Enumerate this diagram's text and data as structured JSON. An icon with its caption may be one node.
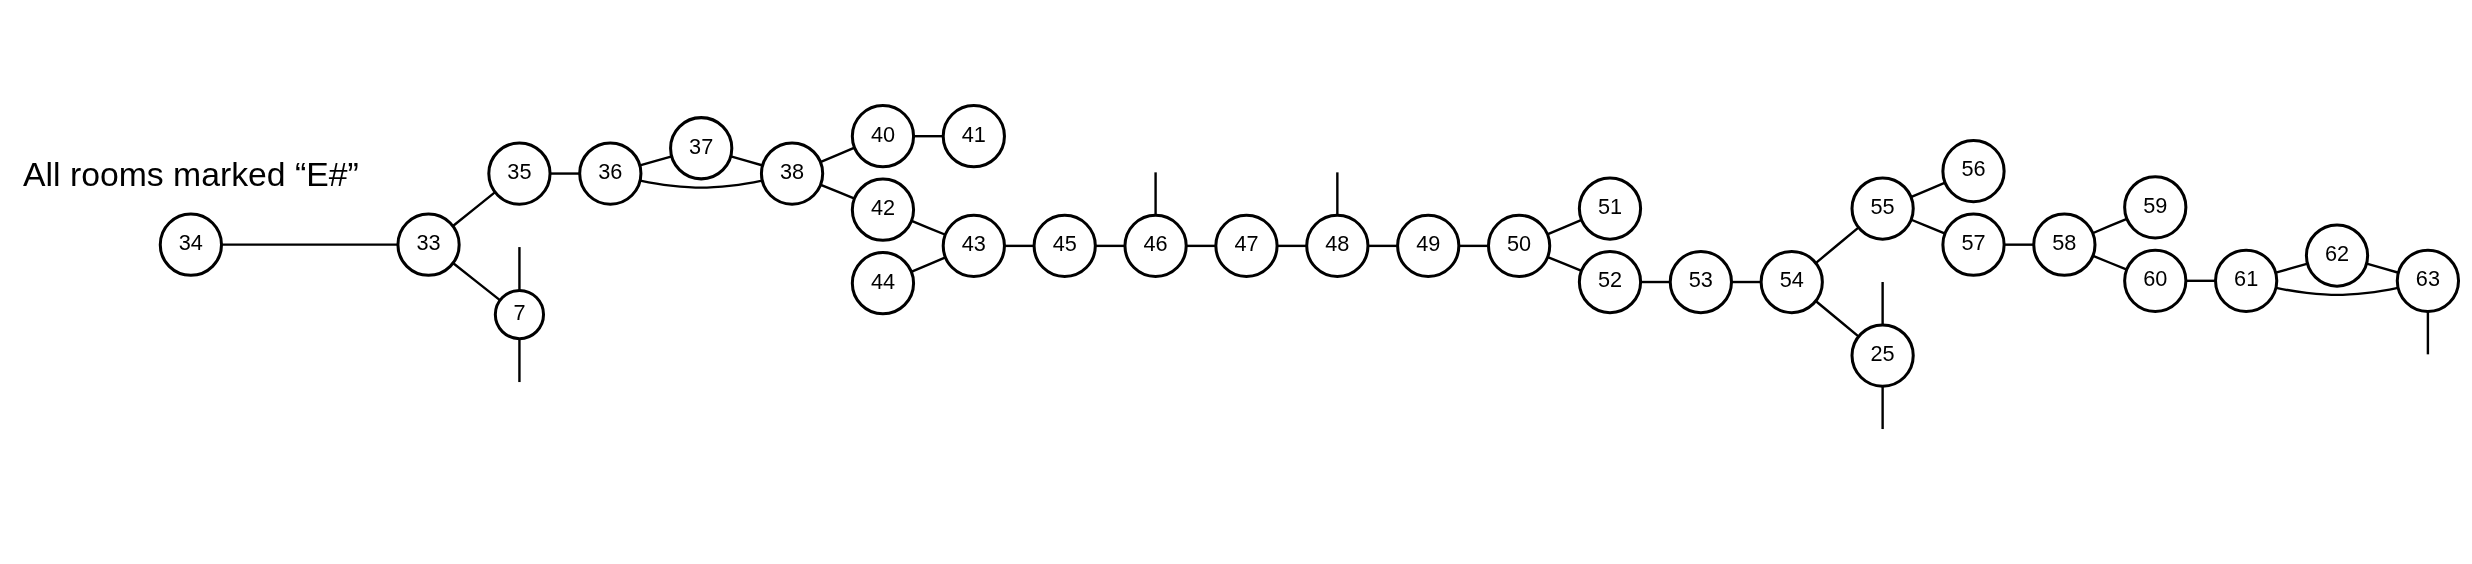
{
  "diagram": {
    "nodes": [
      {
        "text": [
          "34"
        ]
      },
      {
        "text": [
          "33"
        ]
      },
      {
        "text": [
          "7"
        ]
      },
      {
        "text": [
          "35"
        ]
      },
      {
        "text": [
          "36"
        ]
      },
      {
        "text": [
          "37"
        ]
      },
      {
        "text": [
          "38"
        ]
      },
      {
        "text": [
          "40"
        ]
      },
      {
        "text": [
          "41"
        ]
      },
      {
        "text": [
          "42"
        ]
      },
      {
        "text": [
          "43"
        ]
      },
      {
        "text": [
          "44"
        ]
      },
      {
        "text": [
          "45"
        ]
      },
      {
        "text": [
          "46"
        ]
      },
      {
        "text": [
          "47"
        ]
      },
      {
        "text": [
          "48"
        ]
      },
      {
        "text": [
          "49"
        ]
      },
      {
        "text": [
          "50"
        ]
      },
      {
        "text": [
          "51"
        ]
      },
      {
        "text": [
          "52"
        ]
      },
      {
        "text": [
          "53"
        ]
      },
      {
        "text": [
          "54"
        ]
      },
      {
        "text": [
          "25"
        ]
      },
      {
        "text": [
          "55"
        ]
      },
      {
        "text": [
          "56"
        ]
      },
      {
        "text": [
          "57"
        ]
      },
      {
        "text": [
          "58"
        ]
      },
      {
        "text": [
          "59"
        ]
      },
      {
        "text": [
          "60"
        ]
      },
      {
        "text": [
          "61"
        ]
      },
      {
        "text": [
          "62"
        ]
      },
      {
        "text": [
          "63"
        ]
      }
    ],
    "edges": [
      {
        "from": 0,
        "to": 1,
        "arrow": "none"
      },
      {
        "from": 1,
        "to": 3,
        "arrow": "none"
      },
      {
        "from": 1,
        "to": 2,
        "arrow": "none"
      },
      {
        "from": null,
        "to": 2,
        "arrow": "none"
      },
      {
        "from": 2,
        "to": null,
        "arrow": "none"
      },
      {
        "from": 3,
        "to": 4,
        "arrow": "none"
      },
      {
        "from": 4,
        "to": 5,
        "arrow": "none"
      },
      {
        "from": 4,
        "to": 6,
        "arrow": "none"
      },
      {
        "from": 5,
        "to": 6,
        "arrow": "none"
      },
      {
        "from": 6,
        "to": 7,
        "arrow": "none"
      },
      {
        "from": 7,
        "to": 8,
        "arrow": "none"
      },
      {
        "from": 6,
        "to": 9,
        "arrow": "none"
      },
      {
        "from": 9,
        "to": 10,
        "arrow": "none"
      },
      {
        "from": 11,
        "to": 10,
        "arrow": "none"
      },
      {
        "from": 10,
        "to": 12,
        "arrow": "none"
      },
      {
        "from": 12,
        "to": 13,
        "arrow": "none"
      },
      {
        "from": null,
        "to": 13,
        "arrow": "none"
      },
      {
        "from": 13,
        "to": 14,
        "arrow": "none"
      },
      {
        "from": 14,
        "to": 15,
        "arrow": "none"
      },
      {
        "from": null,
        "to": 15,
        "arrow": "none"
      },
      {
        "from": 15,
        "to": 16,
        "arrow": "none"
      },
      {
        "from": 16,
        "to": 17,
        "arrow": "none"
      },
      {
        "from": 17,
        "to": 18,
        "arrow": "none"
      },
      {
        "from": 17,
        "to": 19,
        "arrow": "none"
      },
      {
        "from": 19,
        "to": 20,
        "arrow": "none"
      },
      {
        "from": 20,
        "to": 21,
        "arrow": "none"
      },
      {
        "from": 21,
        "to": 22,
        "arrow": "none"
      },
      {
        "from": null,
        "to": 22,
        "arrow": "none"
      },
      {
        "from": 22,
        "to": null,
        "arrow": "none"
      },
      {
        "from": 21,
        "to": 23,
        "arrow": "none"
      },
      {
        "from": 23,
        "to": 24,
        "arrow": "none"
      },
      {
        "from": 23,
        "to": 25,
        "arrow": "none"
      },
      {
        "from": 25,
        "to": 26,
        "arrow": "none"
      },
      {
        "from": 26,
        "to": 27,
        "arrow": "none"
      },
      {
        "from": 26,
        "to": 28,
        "arrow": "none"
      },
      {
        "from": 28,
        "to": 29,
        "arrow": "none"
      },
      {
        "from": 29,
        "to": 31,
        "arrow": "none"
      },
      {
        "from": 29,
        "to": 30,
        "arrow": "none"
      },
      {
        "from": 30,
        "to": 31,
        "arrow": "none"
      },
      {
        "from": 31,
        "to": null,
        "arrow": "none"
      }
    ],
    "labels": [
      "All rooms marked “E#”"
    ]
  }
}
